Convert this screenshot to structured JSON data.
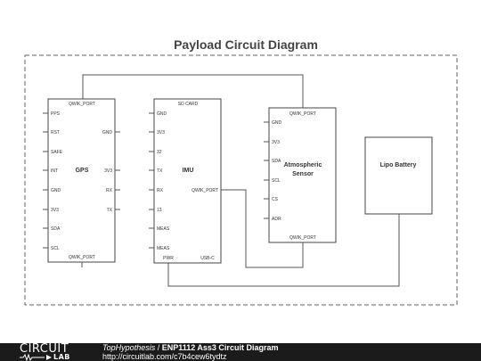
{
  "diagram": {
    "title": "Payload Circuit Diagram",
    "components": {
      "gps": {
        "name": "GPS",
        "top_port": "QWIK_PORT",
        "bottom_port": "QWIK_PORT",
        "left_pins": [
          "PPS",
          "RST",
          "SAFE",
          "INT",
          "GND",
          "3V3",
          "SDA",
          "SCL"
        ],
        "right_pins": [
          "GND",
          "3V3",
          "RX",
          "TX"
        ]
      },
      "imu": {
        "name": "IMU",
        "top_port": "SD CARD",
        "left_pins": [
          "GND",
          "3V3",
          "32",
          "TX",
          "RX",
          "13",
          "MEAS",
          "MEAS"
        ],
        "right_port": "QWIK_PORT",
        "bottom_left": "PWR",
        "bottom_right": "USB-C"
      },
      "atmos": {
        "name_line1": "Atmospheric",
        "name_line2": "Sensor",
        "top_port": "QWIK_PORT",
        "bottom_port": "QWIK_PORT",
        "left_pins": [
          "GND",
          "3V3",
          "SDA",
          "SCL",
          "CS",
          "ADR"
        ]
      },
      "battery": {
        "name": "Lipo Battery"
      }
    }
  },
  "footer": {
    "logo_text": "CIRCUIT",
    "logo_sub": "LAB",
    "author": "TopHypothesis",
    "separator": " / ",
    "title": "ENP1112 Ass3 Circuit Diagram",
    "url": "http://circuitlab.com/c7b4cew6tydtz"
  },
  "colors": {
    "wire": "#555555",
    "box": "#444444",
    "text": "#333333",
    "footer_bg": "#1b1b1b"
  }
}
